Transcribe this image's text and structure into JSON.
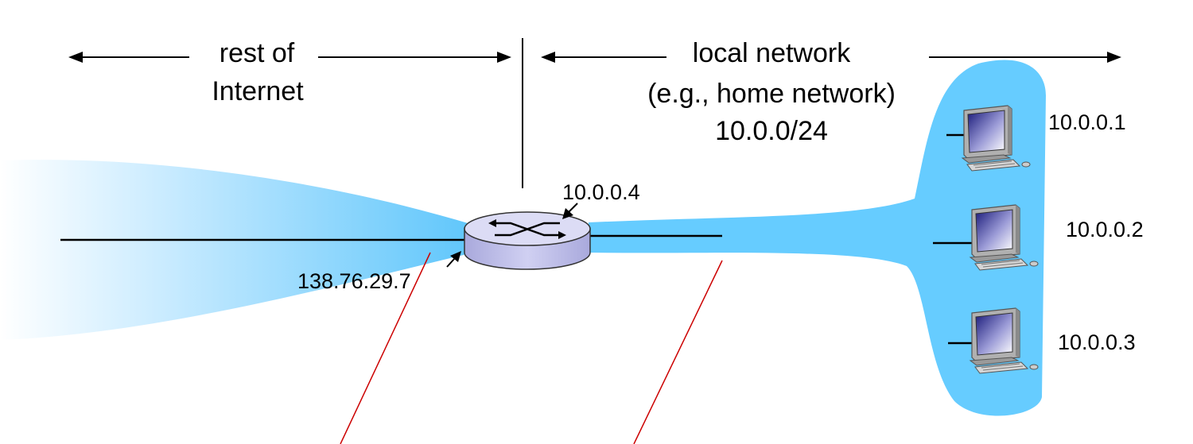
{
  "regions": {
    "rest_of_internet": {
      "line1": "rest of",
      "line2": "Internet"
    },
    "local_network": {
      "line1": "local network",
      "line2": "(e.g., home network)",
      "line3": "10.0.0/24"
    }
  },
  "router": {
    "local_side_address": "10.0.0.4",
    "internet_side_address": "138.76.29.7"
  },
  "hosts": [
    {
      "address": "10.0.0.1"
    },
    {
      "address": "10.0.0.2"
    },
    {
      "address": "10.0.0.3"
    }
  ],
  "colors": {
    "network_fill": "#66ccff",
    "router_top": "#dcdcf5",
    "router_side": "#b8b8e6",
    "callout_line": "#cc0000",
    "text": "#000000"
  }
}
